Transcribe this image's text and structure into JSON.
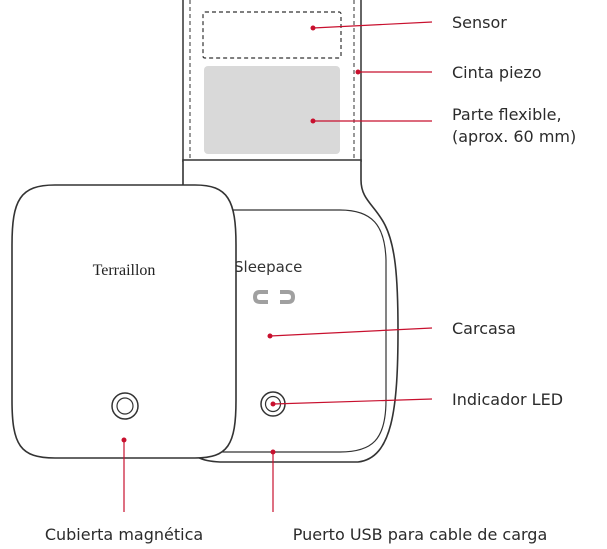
{
  "brand": {
    "cover_logo": "Terraillon",
    "housing_logo": "Sleepace"
  },
  "callouts": {
    "sensor": "Sensor",
    "strap": "Cinta piezo",
    "flex_line1": "Parte flexible,",
    "flex_line2": "(aprox. 60 mm)",
    "housing": "Carcasa",
    "led": "Indicador LED",
    "cover": "Cubierta magnética",
    "usb": "Puerto USB para cable de carga"
  },
  "colors": {
    "leader": "#c8102e",
    "outline": "#333333",
    "flex_fill": "#d9d9d9"
  }
}
